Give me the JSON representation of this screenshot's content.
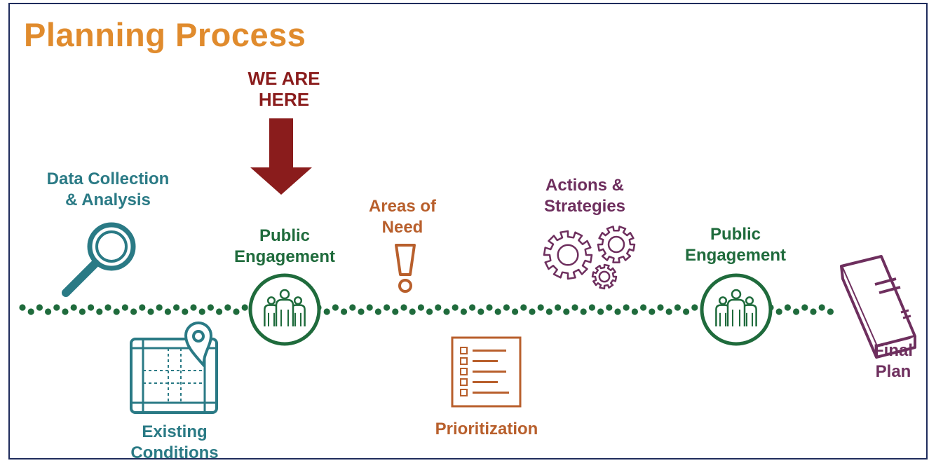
{
  "title": "Planning Process",
  "marker": {
    "line1": "WE ARE",
    "line2": "HERE"
  },
  "steps": {
    "data_collection": {
      "line1": "Data Collection",
      "line2": "& Analysis"
    },
    "existing_conditions": {
      "line1": "Existing",
      "line2": "Conditions"
    },
    "public_engagement_1": {
      "line1": "Public",
      "line2": "Engagement"
    },
    "areas_of_need": {
      "line1": "Areas of",
      "line2": "Need"
    },
    "prioritization": {
      "label": "Prioritization"
    },
    "actions_strategies": {
      "line1": "Actions &",
      "line2": "Strategies"
    },
    "public_engagement_2": {
      "line1": "Public",
      "line2": "Engagement"
    },
    "final_plan": {
      "line1": "Final",
      "line2": "Plan"
    }
  },
  "icons": {
    "data_collection": "magnifying-glass-icon",
    "existing_conditions": "map-pin-icon",
    "public_engagement": "people-group-icon",
    "areas_of_need": "exclamation-icon",
    "prioritization": "checklist-icon",
    "actions_strategies": "gears-icon",
    "final_plan": "book-icon"
  },
  "colors": {
    "title": "#e08b2d",
    "marker": "#8a1c1c",
    "teal": "#2a7a85",
    "green": "#1f6b3c",
    "orange": "#b85f2c",
    "purple": "#6e2f5e",
    "border": "#1f2c5c"
  }
}
